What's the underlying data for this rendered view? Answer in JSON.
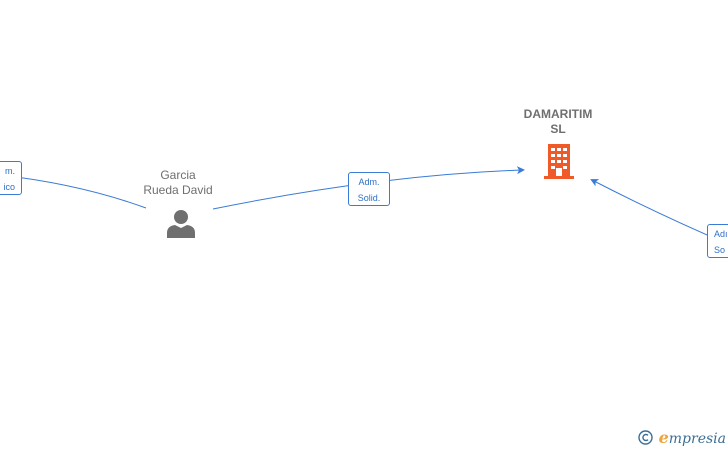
{
  "diagram": {
    "nodes": {
      "person": {
        "label_line1": "Garcia",
        "label_line2": "Rueda David",
        "icon": "person-icon",
        "icon_color": "#6f6f6f"
      },
      "company": {
        "label_line1": "DAMARITIM",
        "label_line2": "SL",
        "icon": "building-icon",
        "icon_color": "#f05a28"
      }
    },
    "edges": {
      "left": {
        "line1": "m.",
        "line2": "ico"
      },
      "center": {
        "line1": "Adm.",
        "line2": "Solid."
      },
      "right": {
        "line1": "Adı",
        "line2": "So"
      }
    },
    "edge_color": "#3a7bd5"
  },
  "brand": {
    "copyright_symbol": "©",
    "name_initial": "e",
    "name_rest": "mpresia",
    "initial_color": "#f0a43c",
    "name_color": "#3b6f97"
  }
}
